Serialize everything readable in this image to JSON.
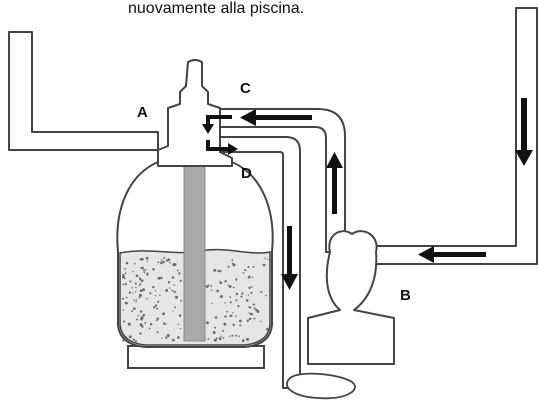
{
  "caption": "nuovamente alla piscina.",
  "labels": {
    "a": "A",
    "b": "B",
    "c": "C",
    "d": "D"
  },
  "colors": {
    "line": "#444444",
    "fill": "#ffffff",
    "tube": "#a9a9a9",
    "arrow": "#111111",
    "media": "#e6e6e6",
    "grain": "#6a6a6a"
  }
}
